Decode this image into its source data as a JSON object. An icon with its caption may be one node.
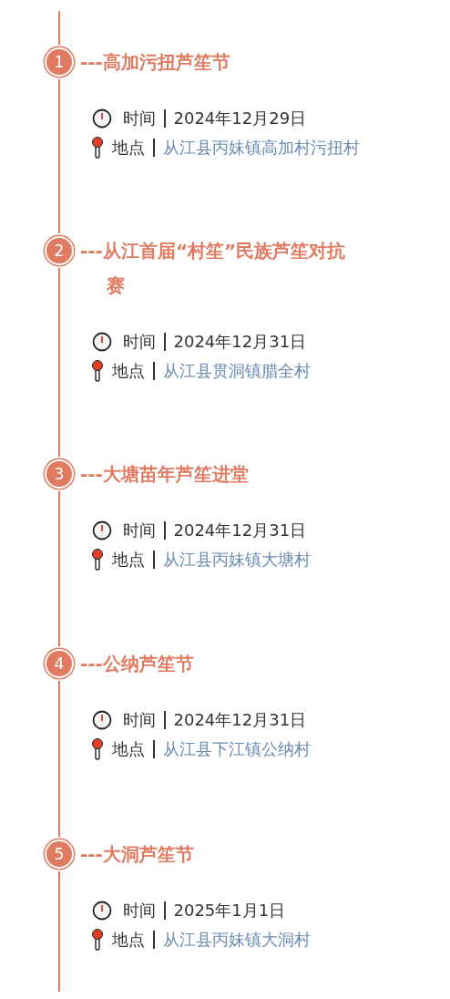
{
  "diagram": {
    "nodes": [
      {
        "text": [
          "1"
        ],
        "beside": [
          "---高加污扭芦笙节",
          "时间",
          "2024年12月29日",
          "地点",
          "从江县丙妹镇高加村污扭村"
        ]
      },
      {
        "text": [
          "2"
        ],
        "beside": [
          "---从江首届“村笙”民族芦笙对抗赛",
          "时间",
          "2024年12月31日",
          "地点",
          "从江县贯洞镇腊全村"
        ]
      },
      {
        "text": [
          "3"
        ],
        "beside": [
          "---大塘苗年芦笙进堂",
          "时间",
          "2024年12月31日",
          "地点",
          "从江县丙妹镇大塘村"
        ]
      },
      {
        "text": [
          "4"
        ],
        "beside": [
          "---公纳芦笙节",
          "时间",
          "2024年12月31日",
          "地点",
          "从江县下江镇公纳村"
        ]
      },
      {
        "text": [
          "5"
        ],
        "beside": [
          "---大洞芦笙节",
          "时间",
          "2025年1月1日",
          "地点",
          "从江县丙妹镇大洞村"
        ]
      }
    ],
    "edges": [
      {
        "from": 0,
        "to": 1,
        "arrow": "none"
      },
      {
        "from": 1,
        "to": 2,
        "arrow": "none"
      },
      {
        "from": 2,
        "to": 3,
        "arrow": "none"
      },
      {
        "from": 3,
        "to": 4,
        "arrow": "none"
      }
    ]
  }
}
